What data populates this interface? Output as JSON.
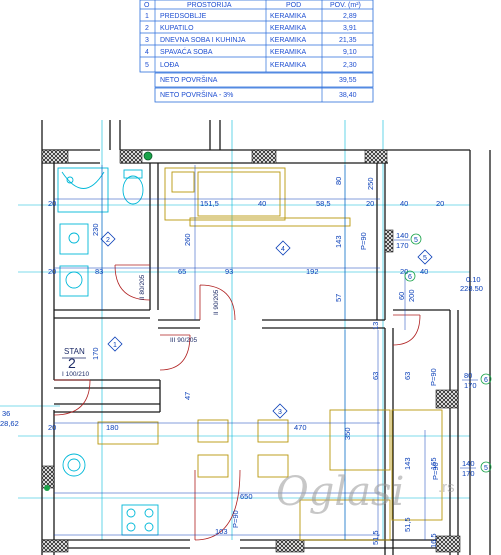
{
  "room_table": {
    "headers": [
      "O",
      "PROSTORIJA",
      "POD",
      "POV. (m²)"
    ],
    "rows": [
      {
        "no": "1",
        "name": "PREDSOBLJE",
        "floor": "KERAMIKA",
        "area": "2,89"
      },
      {
        "no": "2",
        "name": "KUPATILO",
        "floor": "KERAMIKA",
        "area": "3,91"
      },
      {
        "no": "3",
        "name": "DNEVNA SOBA I KUHINJA",
        "floor": "KERAMIKA",
        "area": "21,35"
      },
      {
        "no": "4",
        "name": "SPAVAĆA SOBA",
        "floor": "KERAMIKA",
        "area": "9,10"
      },
      {
        "no": "5",
        "name": "LOĐA",
        "floor": "KERAMIKA",
        "area": "2,30"
      }
    ],
    "summary": [
      {
        "label": "NETO POVRŠINA",
        "value": "39,55"
      },
      {
        "label": "NETO POVRŠINA - 3%",
        "value": "38,40"
      }
    ]
  },
  "unit": {
    "label": "STAN",
    "number": "2"
  },
  "room_tags": [
    "1",
    "2",
    "3",
    "4",
    "5"
  ],
  "doors": [
    "II 80/205",
    "II 90/205",
    "III 90/205",
    "I 100/210"
  ],
  "windows": [
    {
      "size": "140",
      "sill": "170",
      "tag": "5"
    },
    {
      "size": "80",
      "sill": "170",
      "tag": "6"
    },
    {
      "size": "140",
      "sill": "170",
      "tag": "5"
    }
  ],
  "window_aux": {
    "size": "60",
    "sill": "200",
    "tag": "6",
    "note1": "0.10",
    "note2": "228.50"
  },
  "window_aux_parapets": [
    "P=90",
    "P=90",
    "P=90",
    "P=90"
  ],
  "dims_horizontal": [
    "20",
    "151,5",
    "40",
    "58,5",
    "20",
    "40",
    "20",
    "83",
    "20",
    "65",
    "93",
    "192",
    "20",
    "40",
    "20",
    "180",
    "470",
    "650",
    "103"
  ],
  "dims_vertical": [
    "80",
    "143",
    "57",
    "250",
    "260",
    "230",
    "170",
    "47",
    "13",
    "63",
    "63",
    "143",
    "350",
    "51,5",
    "165",
    "16,5",
    "51,5"
  ],
  "side_notes": [
    "36",
    "28,62"
  ],
  "watermark": {
    "text": "Oglasi",
    "suffix": ".rs"
  },
  "colors": {
    "wall": "#1a1a1a",
    "dimension": "#0a3fb8",
    "axis": "#00b8d8",
    "furniture": "#b8960a",
    "table_border": "#2a6edb",
    "mark_green": "#1aa34a"
  }
}
